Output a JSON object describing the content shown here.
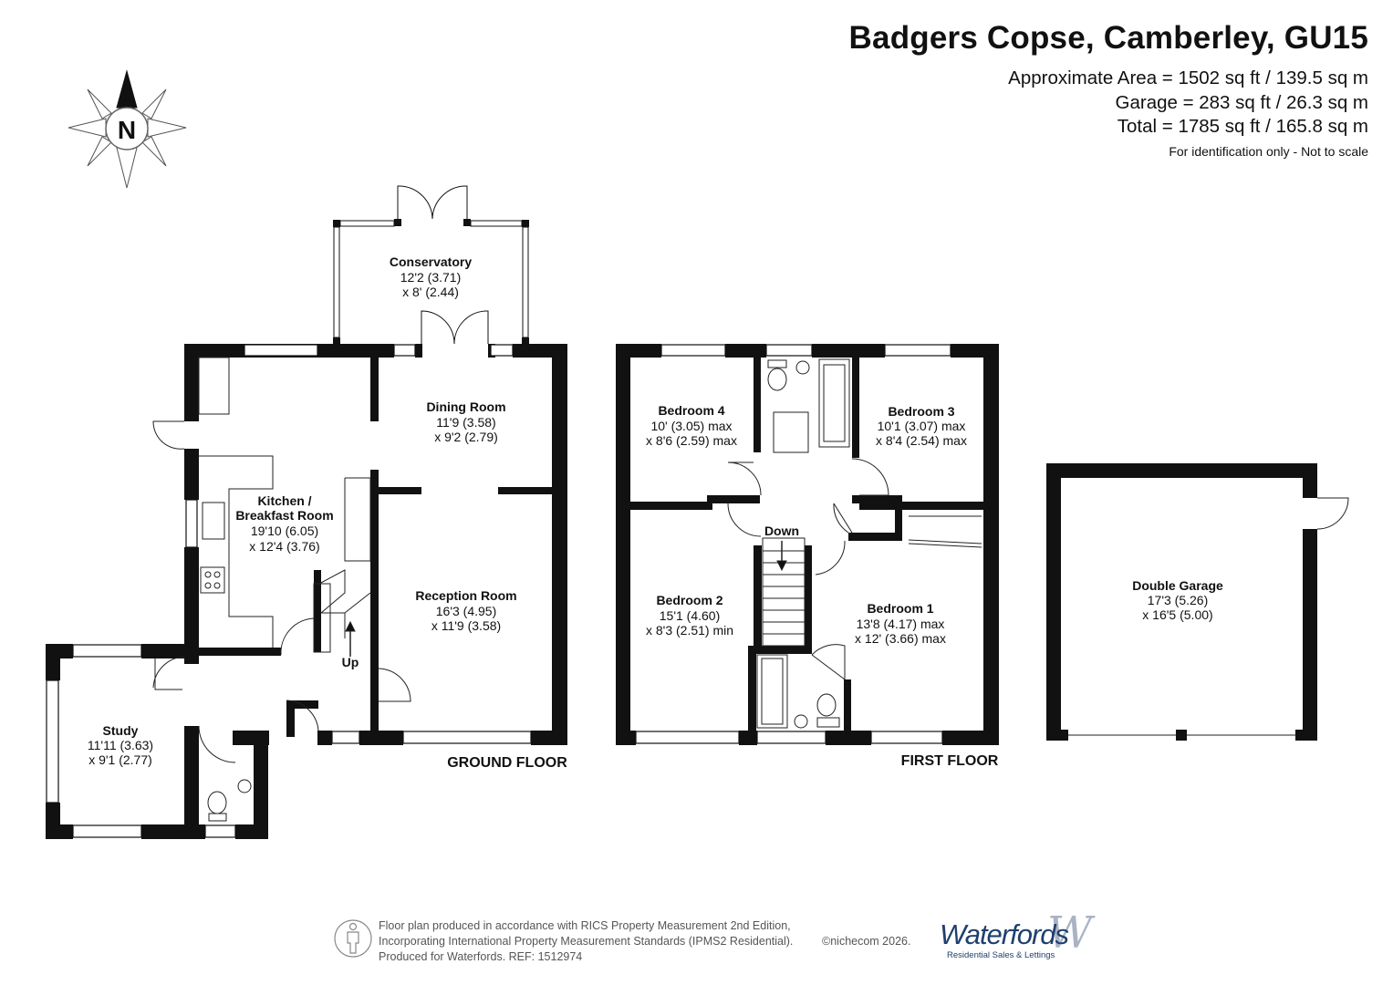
{
  "header": {
    "title": "Badgers Copse, Camberley, GU15",
    "area_approx": "Approximate Area = 1502 sq ft / 139.5 sq m",
    "area_garage": "Garage = 283 sq ft / 26.3 sq m",
    "area_total": "Total = 1785 sq ft / 165.8 sq m",
    "note": "For identification only - Not to scale"
  },
  "compass": {
    "label": "N"
  },
  "ground_floor": {
    "label": "GROUND FLOOR",
    "rooms": {
      "conservatory": {
        "name": "Conservatory",
        "dim1": "12'2 (3.71)",
        "dim2": "x 8' (2.44)"
      },
      "dining": {
        "name": "Dining Room",
        "dim1": "11'9 (3.58)",
        "dim2": "x 9'2 (2.79)"
      },
      "kitchen": {
        "name1": "Kitchen /",
        "name2": "Breakfast Room",
        "dim1": "19'10 (6.05)",
        "dim2": "x 12'4 (3.76)"
      },
      "reception": {
        "name": "Reception Room",
        "dim1": "16'3 (4.95)",
        "dim2": "x 11'9 (3.58)"
      },
      "study": {
        "name": "Study",
        "dim1": "11'11 (3.63)",
        "dim2": "x 9'1 (2.77)"
      }
    },
    "stairs_label": "Up"
  },
  "first_floor": {
    "label": "FIRST FLOOR",
    "rooms": {
      "bed4": {
        "name": "Bedroom 4",
        "dim1": "10' (3.05) max",
        "dim2": "x 8'6 (2.59) max"
      },
      "bed3": {
        "name": "Bedroom 3",
        "dim1": "10'1 (3.07) max",
        "dim2": "x 8'4 (2.54) max"
      },
      "bed2": {
        "name": "Bedroom 2",
        "dim1": "15'1 (4.60)",
        "dim2": "x 8'3 (2.51) min"
      },
      "bed1": {
        "name": "Bedroom 1",
        "dim1": "13'8 (4.17) max",
        "dim2": "x 12' (3.66) max"
      }
    },
    "stairs_label": "Down"
  },
  "garage": {
    "name": "Double Garage",
    "dim1": "17'3 (5.26)",
    "dim2": "x 16'5 (5.00)"
  },
  "footer": {
    "line1": "Floor plan produced in accordance with RICS Property Measurement 2nd Edition,",
    "line2": "Incorporating International Property Measurement Standards (IPMS2 Residential).",
    "copyright": "©nichecom 2026.",
    "line3": "Produced for Waterfords.   REF: 1512974"
  },
  "logo": {
    "brand": "Waterfords",
    "tagline": "Residential Sales & Lettings",
    "mark": "W"
  }
}
